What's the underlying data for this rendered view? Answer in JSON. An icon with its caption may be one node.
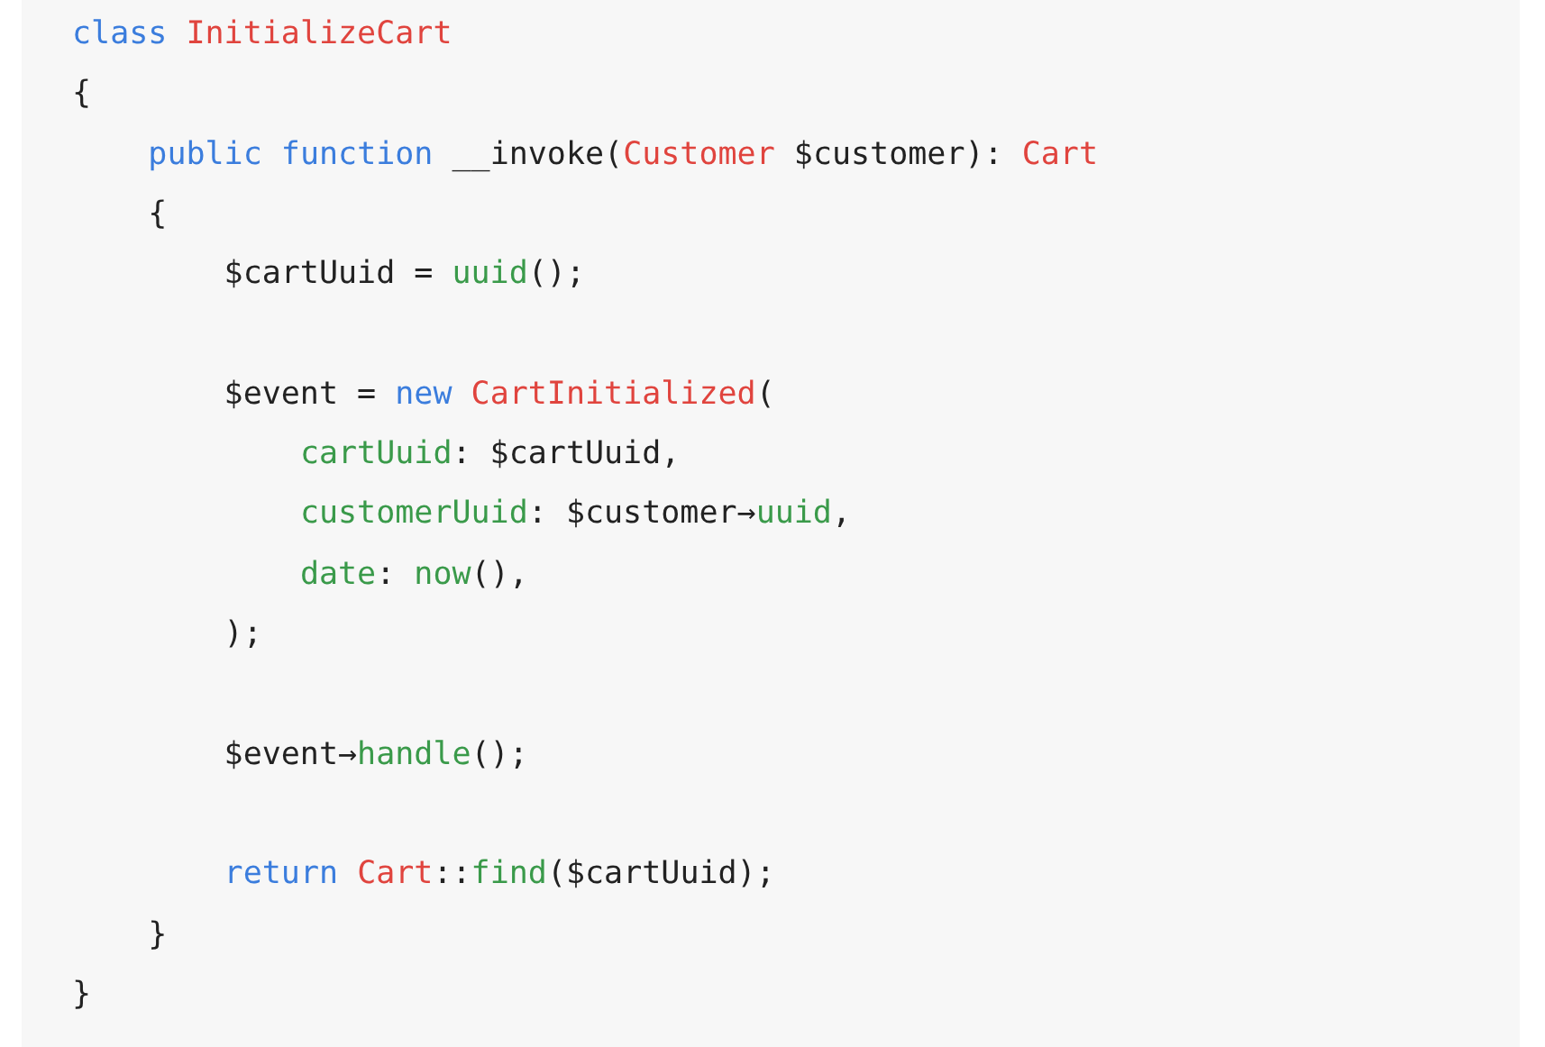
{
  "diagram": {
    "labels": [
      "class InitializeCart",
      "{",
      "    public function __invoke(Customer $customer): Cart",
      "    {",
      "        $cartUuid = uuid();",
      "        $event = new CartInitialized(",
      "            cartUuid: $cartUuid,",
      "            customerUuid: $customer→uuid,",
      "            date: now(),",
      "        );",
      "        $event→handle();",
      "        return Cart::find($cartUuid);",
      "    }",
      "}"
    ]
  }
}
